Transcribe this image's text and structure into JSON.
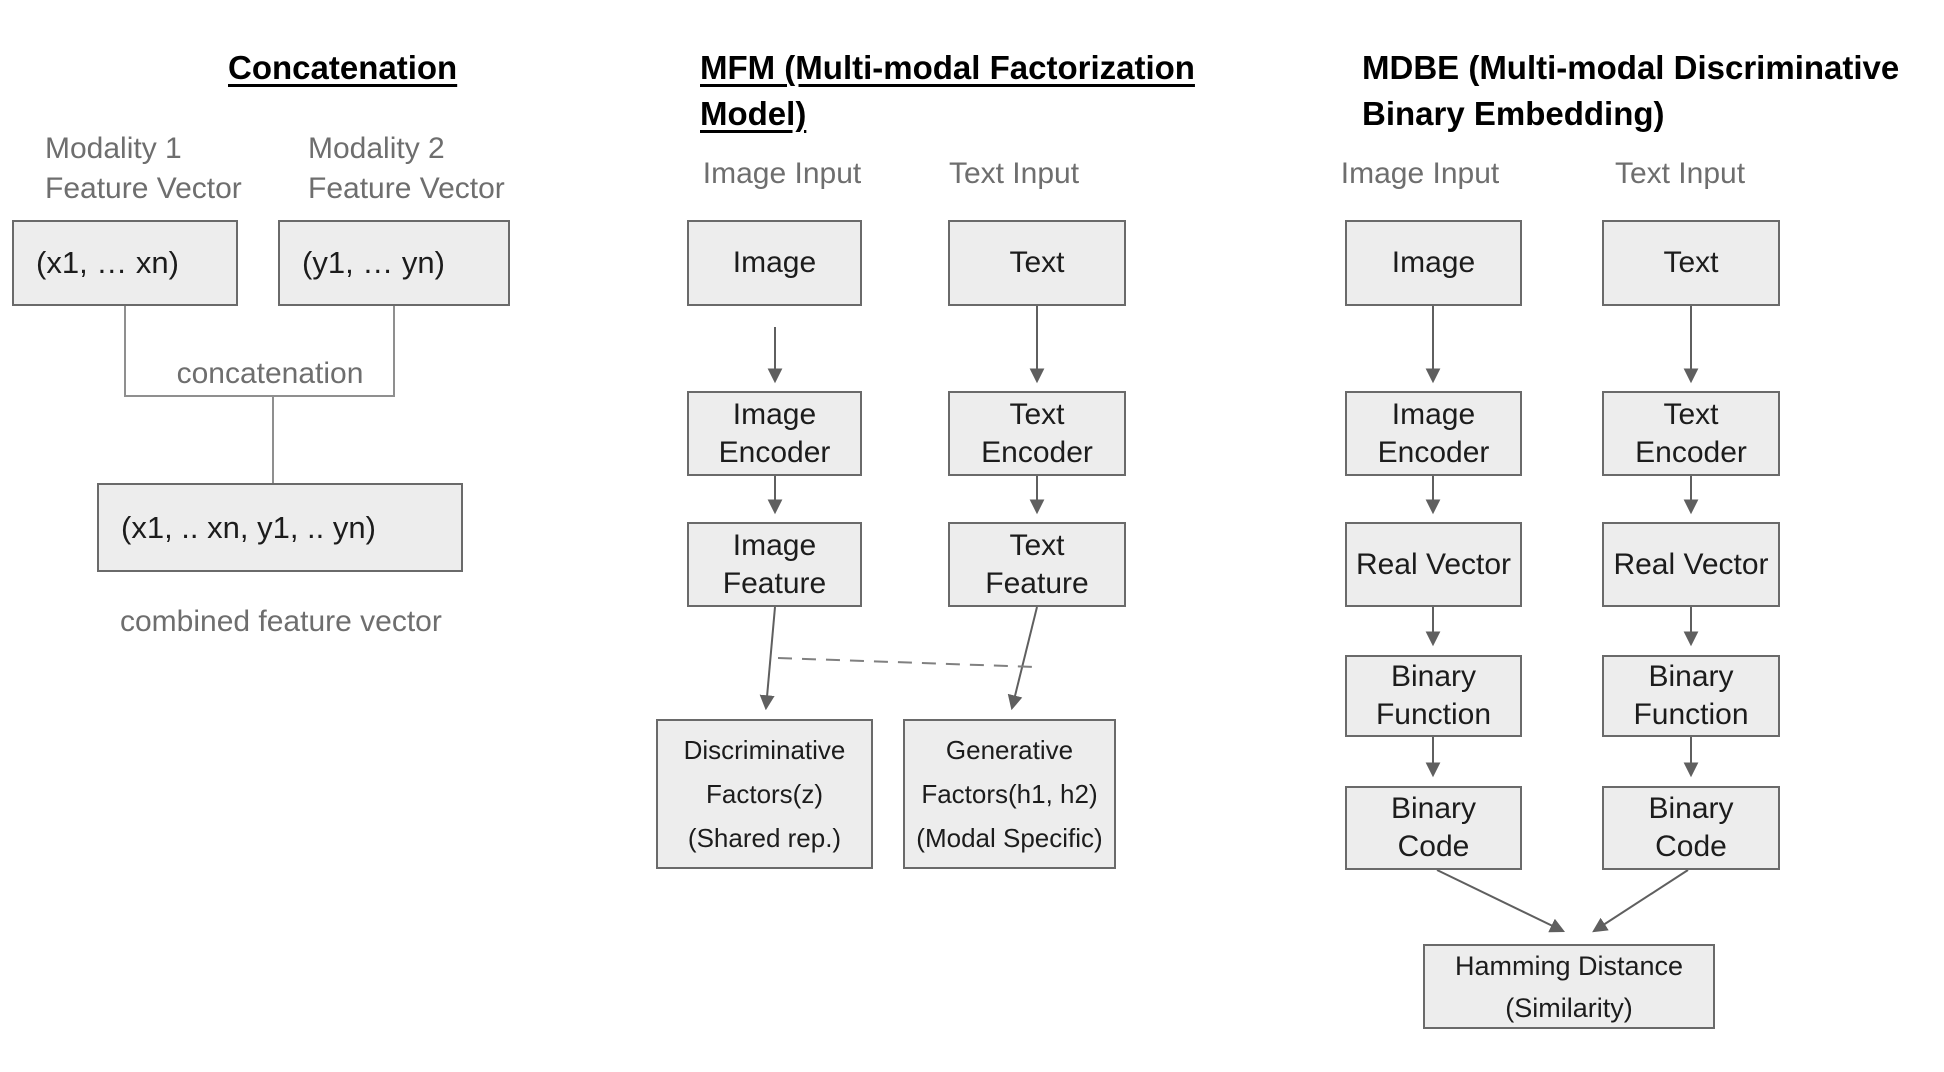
{
  "colors": {
    "box_fill": "#ededed",
    "box_border": "#6a6a6a",
    "box_text": "#1c1c1c",
    "caption": "#6e6e6e",
    "title": "#000000",
    "line": "#5f5f5f",
    "bracket": "#8f8f8f",
    "dash": "#808080"
  },
  "panels": {
    "concat": {
      "title": "Concatenation",
      "modality1": [
        "Modality 1",
        "Feature Vector"
      ],
      "modality2": [
        "Modality 2",
        "Feature Vector"
      ],
      "vector1": "(x1, … xn)",
      "vector2": "(y1, … yn)",
      "operation_label": "concatenation",
      "combined_vector": "(x1, .. xn, y1, .. yn)",
      "combined_caption": "combined feature vector"
    },
    "mfm": {
      "title": [
        "MFM (Multi-modal Factorization",
        "Model)"
      ],
      "image_input_caption": "Image Input",
      "text_input_caption": "Text Input",
      "image_box": "Image",
      "text_box": "Text",
      "image_encoder": [
        "Image",
        "Encoder"
      ],
      "text_encoder": [
        "Text",
        "Encoder"
      ],
      "image_feature": [
        "Image",
        "Feature"
      ],
      "text_feature": [
        "Text",
        "Feature"
      ],
      "discriminative": [
        "Discriminative",
        "Factors(z)",
        "(Shared rep.)"
      ],
      "generative": [
        "Generative",
        "Factors(h1, h2)",
        "(Modal Specific)"
      ]
    },
    "mdbe": {
      "title": [
        "MDBE (Multi-modal Discriminative",
        "Binary Embedding)"
      ],
      "image_input_caption": "Image Input",
      "text_input_caption": "Text Input",
      "image_box": "Image",
      "text_box": "Text",
      "image_encoder": [
        "Image",
        "Encoder"
      ],
      "text_encoder": [
        "Text",
        "Encoder"
      ],
      "real_vector_left": "Real Vector",
      "real_vector_right": "Real Vector",
      "binary_function_left": [
        "Binary",
        "Function"
      ],
      "binary_function_right": [
        "Binary",
        "Function"
      ],
      "binary_code_left": [
        "Binary",
        "Code"
      ],
      "binary_code_right": [
        "Binary",
        "Code"
      ],
      "hamming": [
        "Hamming Distance",
        "(Similarity)"
      ]
    }
  }
}
